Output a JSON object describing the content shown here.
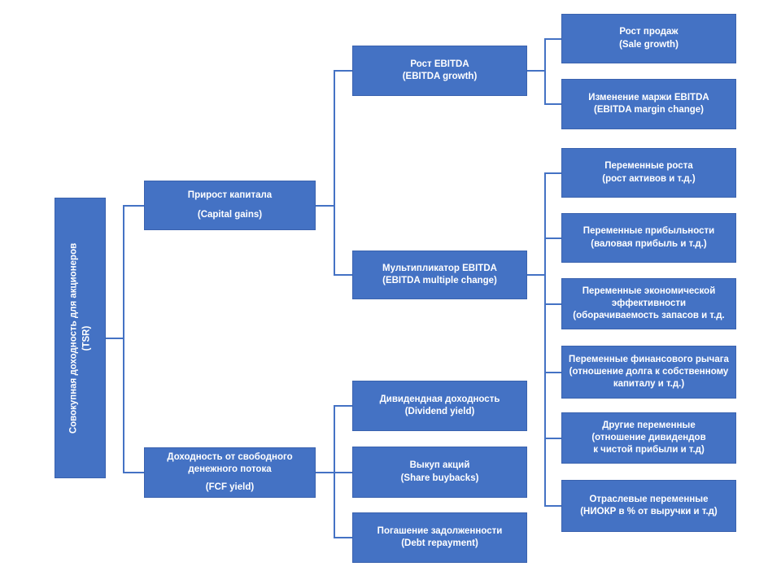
{
  "colors": {
    "node_fill": "#4472C4",
    "node_border": "#3A62AE",
    "node_text": "#FFFFFF",
    "connector": "#4472C4",
    "background": "#FFFFFF"
  },
  "diagram": {
    "type": "tree",
    "root": {
      "title": "Совокупная доходность для акционеров",
      "subtitle": "(TSR)"
    },
    "level1": [
      {
        "title": "Прирост капитала",
        "subtitle": "(Capital gains)"
      },
      {
        "title": "Доходность от свободного\nденежного потока",
        "subtitle": "(FCF yield)"
      }
    ],
    "level2": [
      {
        "title": "Рост EBITDA",
        "subtitle": "(EBITDA growth)"
      },
      {
        "title": "Мультипликатор EBITDA",
        "subtitle": "(EBITDA multiple change)"
      },
      {
        "title": "Дивидендная доходность",
        "subtitle": "(Dividend yield)"
      },
      {
        "title": "Выкуп акций",
        "subtitle": "(Share buybacks)"
      },
      {
        "title": "Погашение задолженности",
        "subtitle": "(Debt repayment)"
      }
    ],
    "level3": [
      {
        "title": "Рост продаж",
        "subtitle": "(Sale growth)"
      },
      {
        "title": "Изменение маржи EBITDA",
        "subtitle": "(EBITDA margin change)"
      },
      {
        "title": "Переменные роста",
        "subtitle": "(рост активов и т.д.)"
      },
      {
        "title": "Переменные прибыльности",
        "subtitle": "(валовая прибыль и т.д.)"
      },
      {
        "title": "Переменные экономической\nэффективности",
        "subtitle": "(оборачиваемость запасов и т.д."
      },
      {
        "title": "Переменные финансового рычага",
        "subtitle": "(отношение долга к собственному\nкапиталу и т.д.)"
      },
      {
        "title": "Другие переменные",
        "subtitle": "(отношение дивидендов\nк чистой прибыли и т.д)"
      },
      {
        "title": "Отраслевые переменные",
        "subtitle": "(НИОКР в % от выручки и т.д)"
      }
    ]
  }
}
